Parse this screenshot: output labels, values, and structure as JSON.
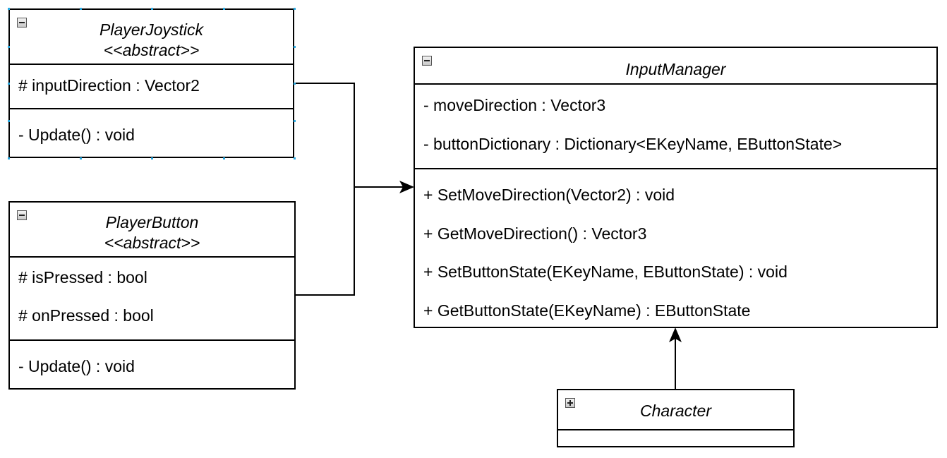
{
  "classes": {
    "player_joystick": {
      "name": "PlayerJoystick",
      "stereotype": "<<abstract>>",
      "collapse_icon": "minus-icon",
      "attributes": [
        "# inputDirection : Vector2"
      ],
      "methods": [
        "- Update() : void"
      ]
    },
    "player_button": {
      "name": "PlayerButton",
      "stereotype": "<<abstract>>",
      "collapse_icon": "minus-icon",
      "attributes": [
        "# isPressed : bool",
        "# onPressed : bool"
      ],
      "methods": [
        "- Update() : void"
      ]
    },
    "input_manager": {
      "name": "InputManager",
      "collapse_icon": "minus-icon",
      "attributes": [
        "- moveDirection : Vector3",
        "- buttonDictionary : Dictionary<EKeyName, EButtonState>"
      ],
      "methods": [
        "+ SetMoveDirection(Vector2) : void",
        "+ GetMoveDirection() : Vector3",
        "+ SetButtonState(EKeyName, EButtonState) : void",
        "+ GetButtonState(EKeyName) : EButtonState"
      ]
    },
    "character": {
      "name": "Character",
      "collapse_icon": "plus-icon"
    }
  },
  "connectors": [
    {
      "from": "PlayerJoystick",
      "to": "InputManager",
      "arrow": "open-arrow"
    },
    {
      "from": "PlayerButton",
      "to": "InputManager",
      "arrow": "open-arrow"
    },
    {
      "from": "Character",
      "to": "InputManager",
      "arrow": "open-arrow"
    }
  ],
  "colors": {
    "line": "#000000",
    "selection_handle": "#29a8e0",
    "background": "#ffffff"
  }
}
